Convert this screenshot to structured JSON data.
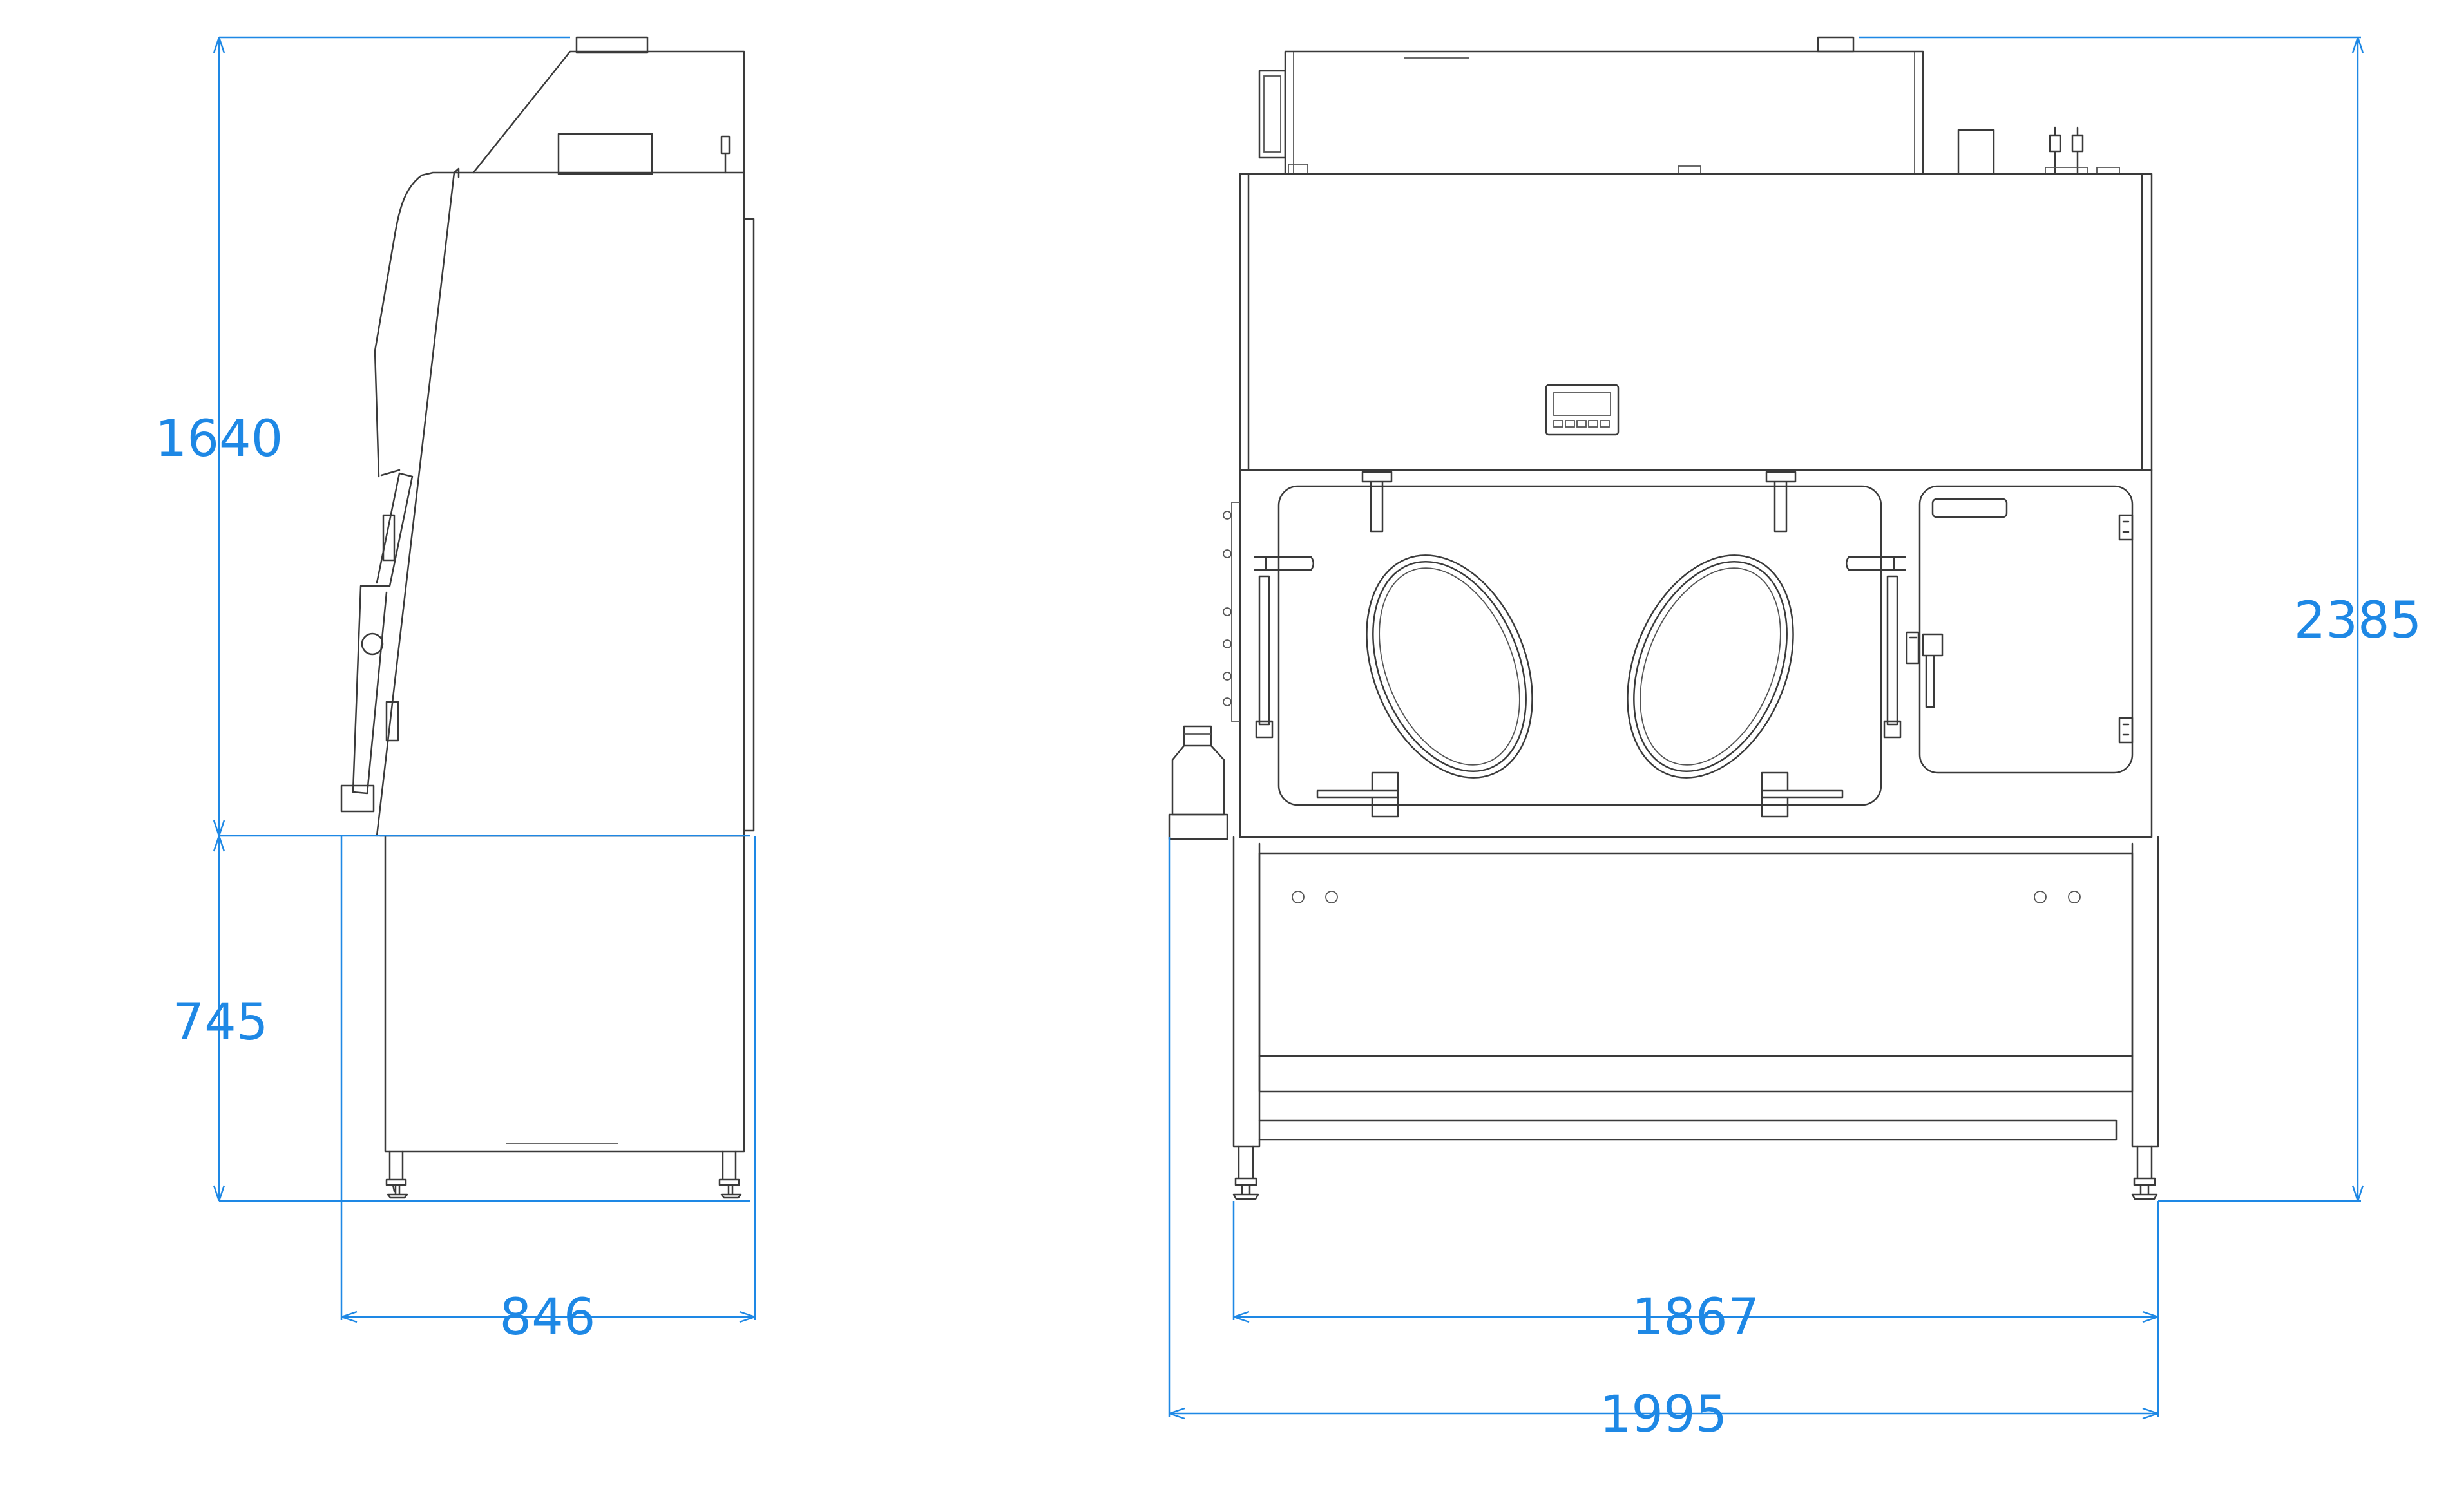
{
  "drawing": {
    "line_color": "#3a3a3a",
    "dimension_color": "#1e88e5",
    "views": [
      "side-view",
      "front-view"
    ]
  },
  "dimensions": {
    "upper_height": "1640",
    "base_height": "745",
    "depth": "846",
    "total_height": "2385",
    "cabinet_width": "1867",
    "overall_width": "1995"
  }
}
